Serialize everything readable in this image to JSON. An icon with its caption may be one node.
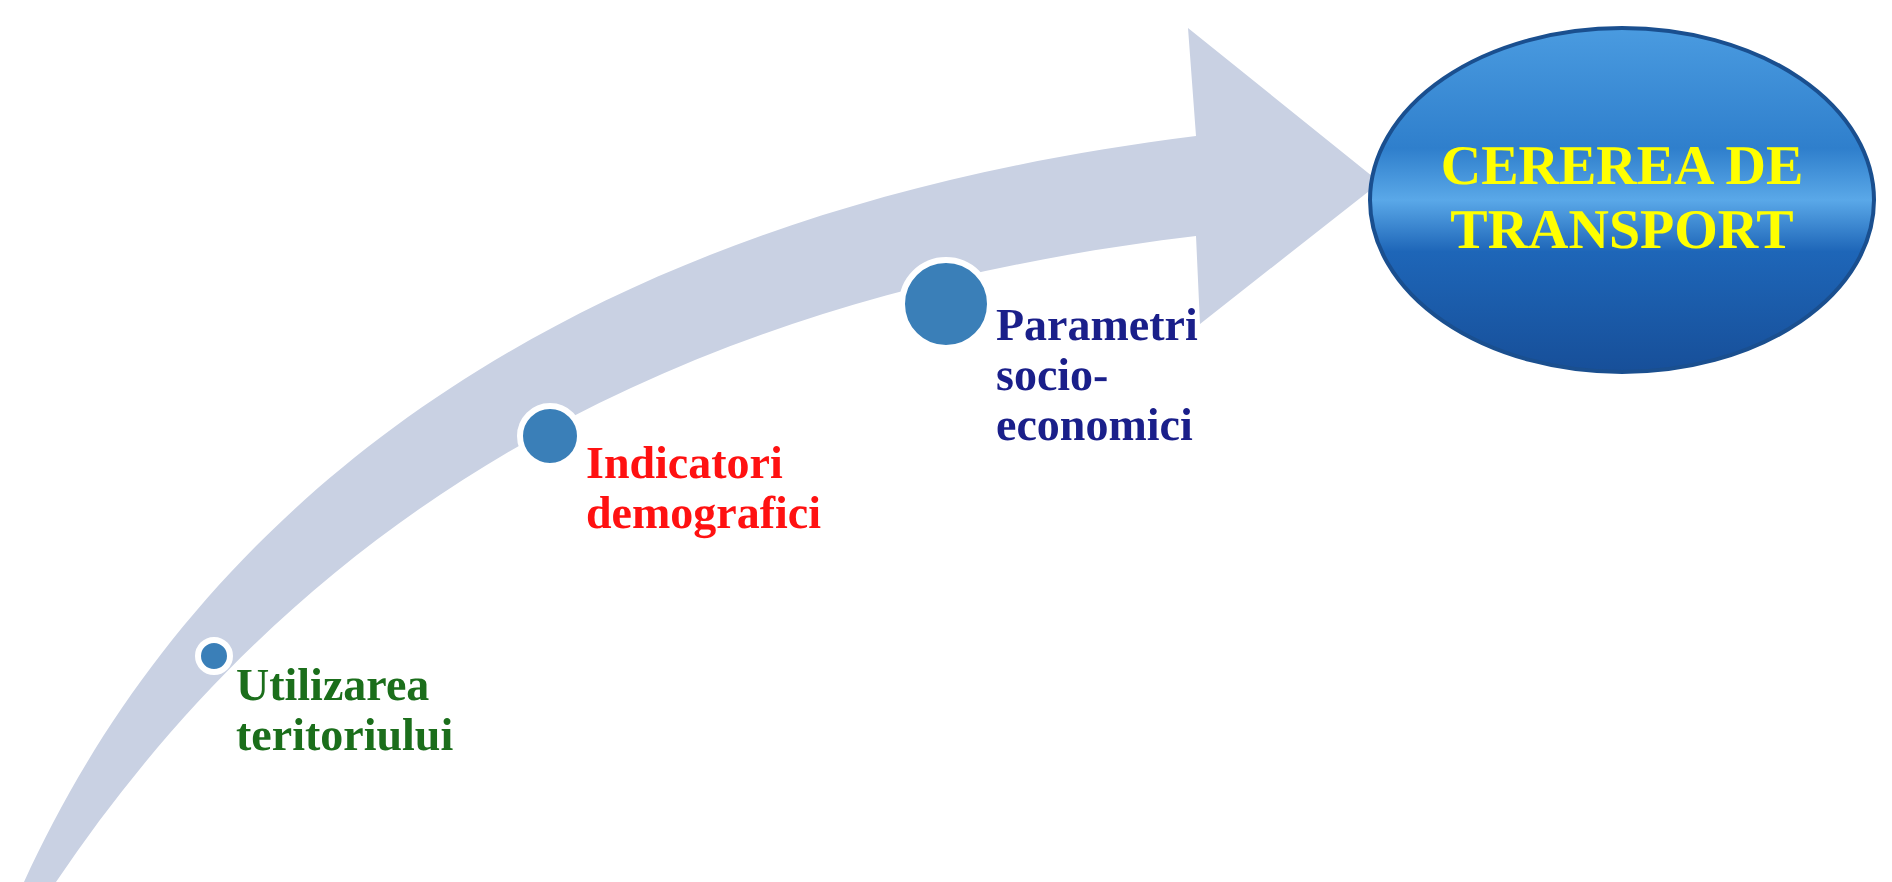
{
  "diagram": {
    "nodes": [
      {
        "text": [],
        "shape": "circle",
        "beside": [
          "Utilizarea teritoriului"
        ]
      },
      {
        "text": [],
        "shape": "circle",
        "beside": [
          "Indicatori demografici"
        ]
      },
      {
        "text": [],
        "shape": "circle",
        "beside": [
          "Parametri socio-economici"
        ]
      },
      {
        "text": [
          "CEREREA DE TRANSPORT"
        ]
      }
    ],
    "edges": [
      {
        "from": null,
        "to": 3,
        "arrow": "to",
        "style": "thick"
      }
    ]
  }
}
